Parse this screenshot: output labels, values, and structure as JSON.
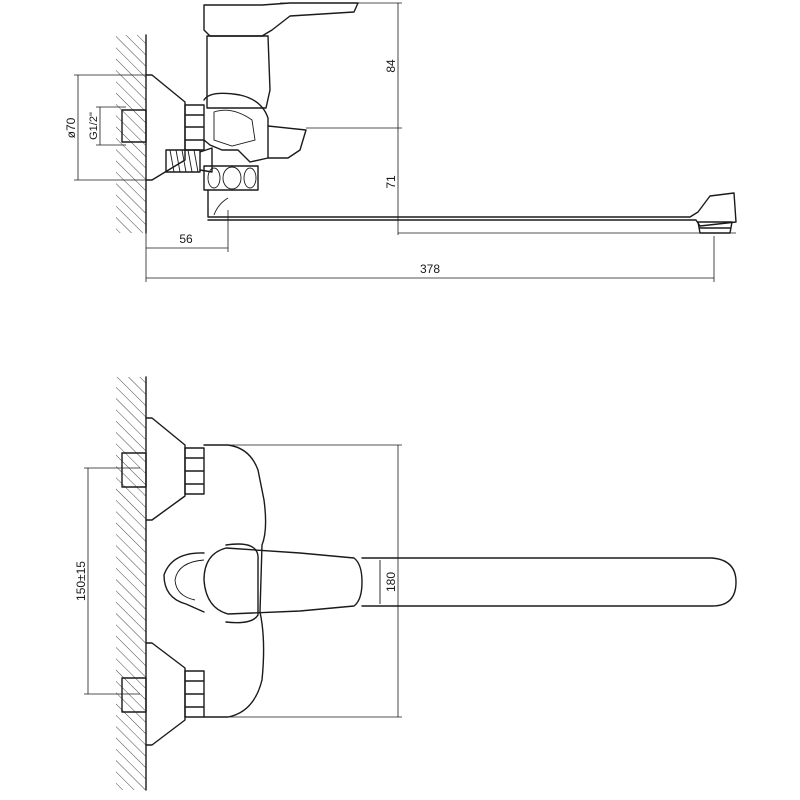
{
  "drawing": {
    "side_view": {
      "height_upper": "84",
      "height_lower": "71",
      "flange_diameter": "ø70",
      "thread": "G1/2\"",
      "wall_offset": "56",
      "spout_length": "378"
    },
    "top_view": {
      "centre_distance": "150±15",
      "body_height": "180"
    }
  }
}
